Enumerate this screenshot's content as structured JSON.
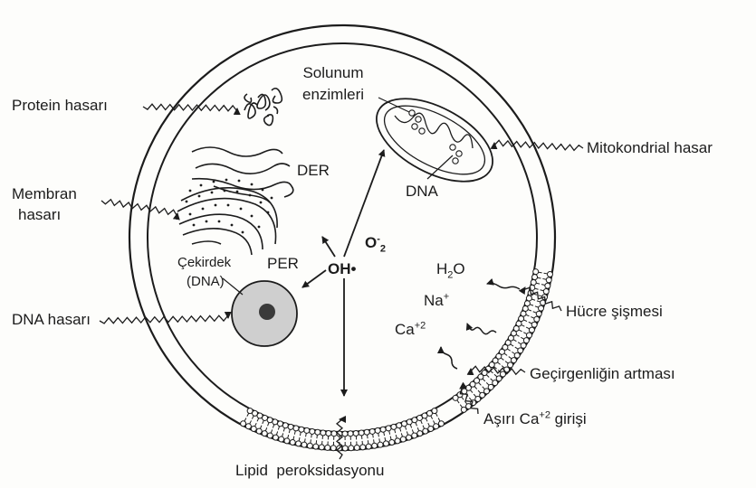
{
  "labels": {
    "protein_hasari": "Protein hasarı",
    "membran_line1": "Membran",
    "membran_line2": "hasarı",
    "dna_hasari": "DNA hasarı",
    "solunum_line1": "Solunum",
    "solunum_line2": "enzimleri",
    "mitokondrial_hasar": "Mitokondrial hasar",
    "der": "DER",
    "mito_dna": "DNA",
    "per": "PER",
    "cekirdek_line1": "Çekirdek",
    "cekirdek_line2": "(DNA)",
    "radical": "OH•",
    "superoxide": "O",
    "superoxide_sup": "-",
    "superoxide_sub": "2",
    "water": "H",
    "water_sub": "2",
    "water_end": "O",
    "sodium": "Na",
    "sodium_sup": "+",
    "calcium": "Ca",
    "calcium_sup": "+2",
    "hucre_sismesi": "Hücre şişmesi",
    "gecirgenlik": "Geçirgenliğin artması",
    "asiri_ca": "Aşırı Ca",
    "asiri_ca_sup": "+2",
    "asiri_ca_end": " girişi",
    "lipid_peroksidasyonu": "Lipid  peroksidasyonu"
  },
  "colors": {
    "ink": "#1c1c1c",
    "nucleus_fill": "#cfcfcf",
    "nucleolus_fill": "#3a3a3a",
    "background": "#fdfdfb"
  }
}
